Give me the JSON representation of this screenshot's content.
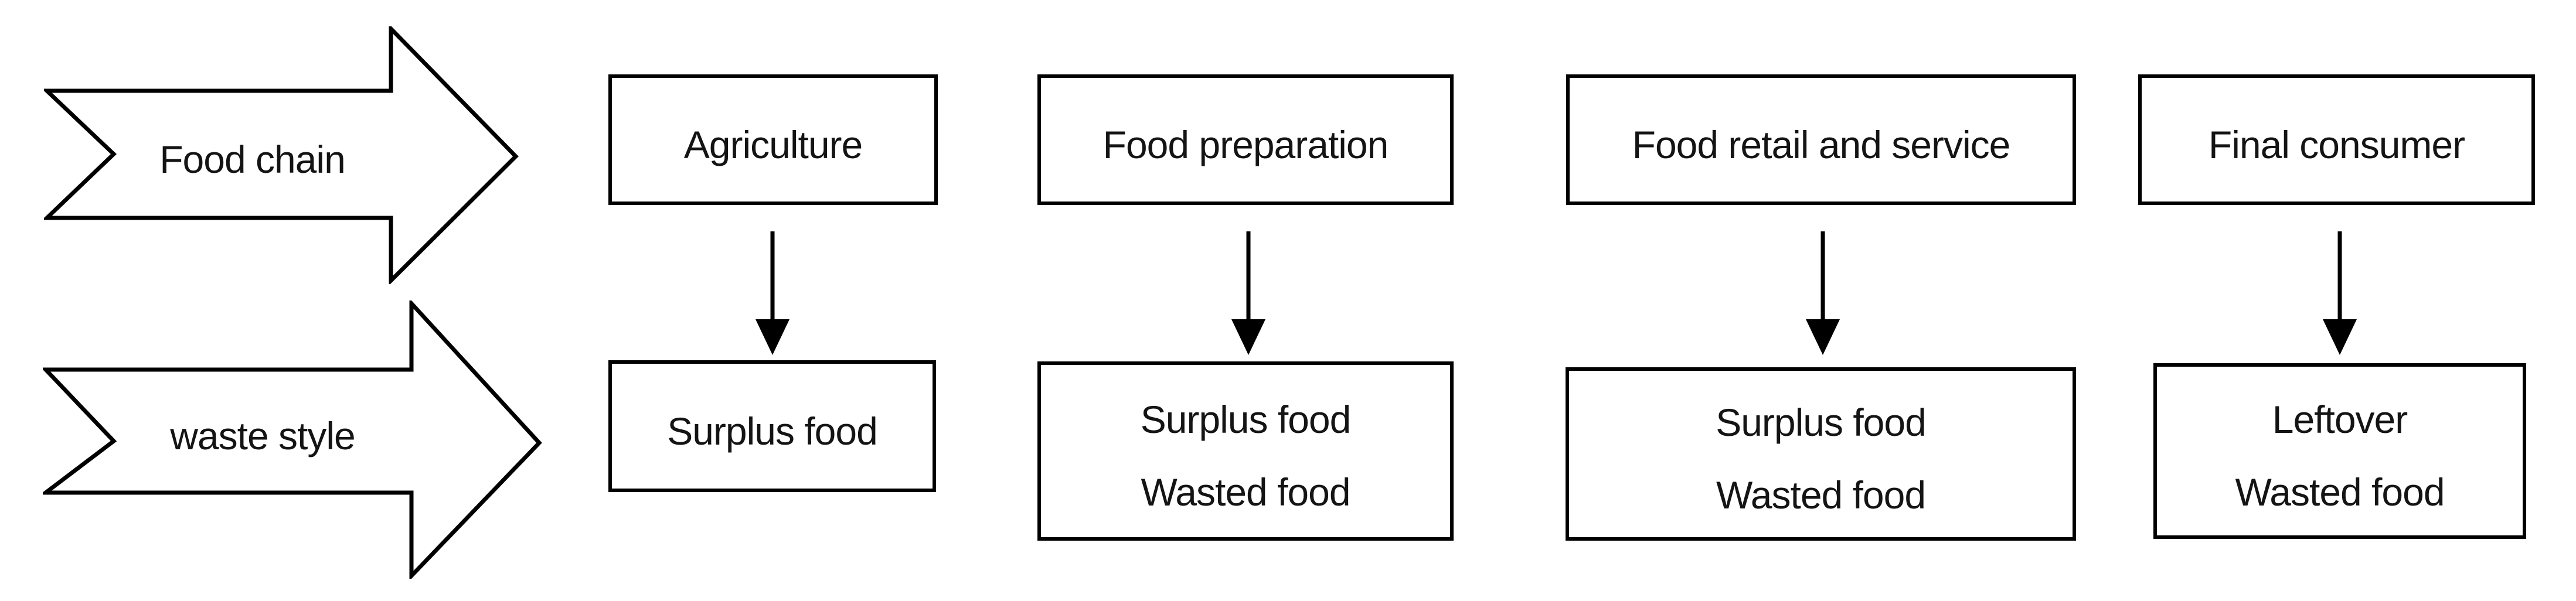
{
  "diagram": {
    "background_color": "#ffffff",
    "outline_color": "#000000",
    "text_color": "#141414",
    "rows": [
      {
        "label": "Food chain"
      },
      {
        "label": "waste style"
      }
    ],
    "columns": [
      {
        "stage": "Agriculture",
        "waste_lines": [
          "Surplus food"
        ]
      },
      {
        "stage": "Food preparation",
        "waste_lines": [
          "Surplus food",
          "Wasted food"
        ]
      },
      {
        "stage": "Food retail and service",
        "waste_lines": [
          "Surplus food",
          "Wasted food"
        ]
      },
      {
        "stage": "Final consumer",
        "waste_lines": [
          "Leftover",
          "Wasted food"
        ]
      }
    ],
    "icons": {
      "row_marker": "right-chevron-arrow",
      "link_marker": "down-arrow"
    }
  }
}
